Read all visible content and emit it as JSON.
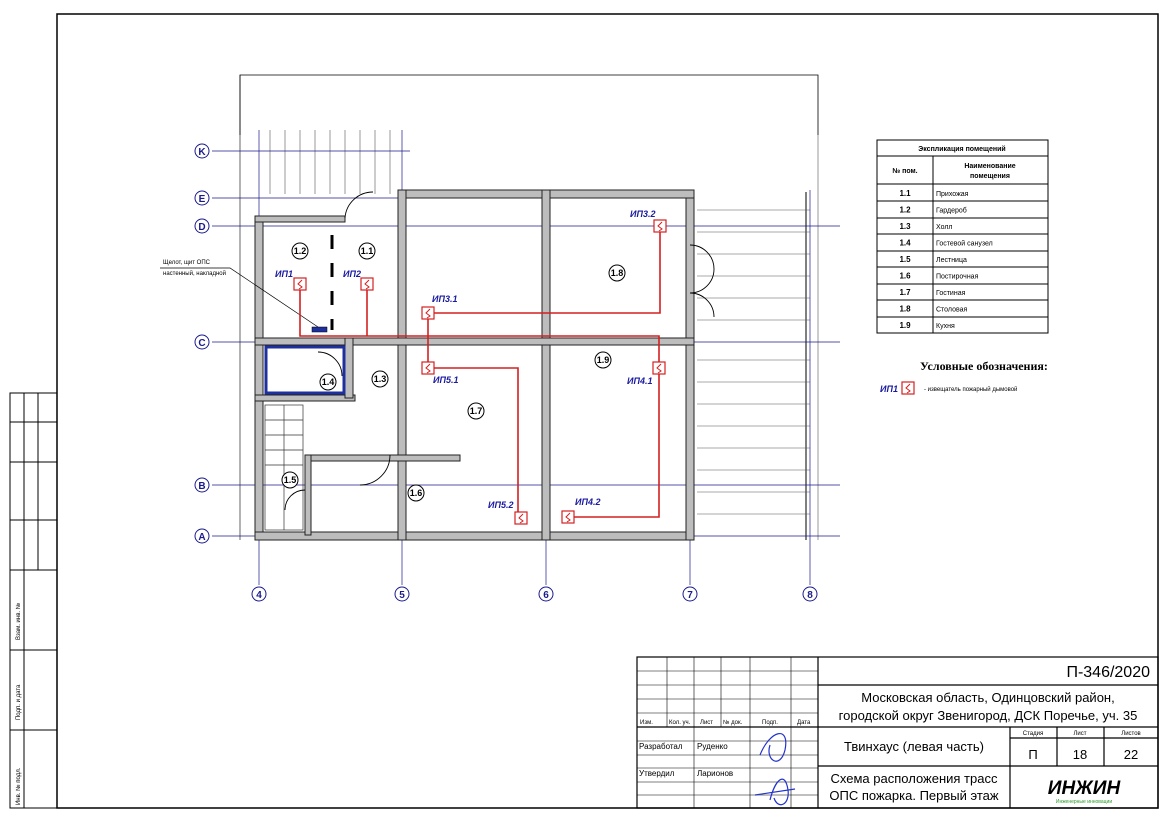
{
  "axes": {
    "rows": [
      "K",
      "E",
      "D",
      "C",
      "B",
      "A"
    ],
    "cols": [
      "4",
      "5",
      "6",
      "7",
      "8"
    ]
  },
  "rooms": [
    "1.1",
    "1.2",
    "1.3",
    "1.4",
    "1.5",
    "1.6",
    "1.7",
    "1.8",
    "1.9"
  ],
  "detectors": [
    "ИП1",
    "ИП2",
    "ИП3.1",
    "ИП3.2",
    "ИП5.1",
    "ИП5.2",
    "ИП4.1",
    "ИП4.2"
  ],
  "panel_note": {
    "line1": "Щелот, щит ОПС",
    "line2": "настенный, накладной"
  },
  "explication": {
    "title": "Экспликация помещений",
    "col_num": "№ пом.",
    "col_name_1": "Наименование",
    "col_name_2": "помещения",
    "rows": [
      {
        "num": "1.1",
        "name": "Прихожая"
      },
      {
        "num": "1.2",
        "name": "Гардероб"
      },
      {
        "num": "1.3",
        "name": "Холл"
      },
      {
        "num": "1.4",
        "name": "Гостевой санузел"
      },
      {
        "num": "1.5",
        "name": "Лестница"
      },
      {
        "num": "1.6",
        "name": "Постирочная"
      },
      {
        "num": "1.7",
        "name": "Гостиная"
      },
      {
        "num": "1.8",
        "name": "Столовая"
      },
      {
        "num": "1.9",
        "name": "Кухня"
      }
    ]
  },
  "legend": {
    "title": "Условные обозначения:",
    "symbol_label": "ИП1",
    "description": "- извещатель пожарный дымовой"
  },
  "stamp_left": {
    "inv_orig": "Инв. № подл.",
    "sign_date": "Подп. и дата",
    "replace_inv": "Взам. инв. №"
  },
  "title_block": {
    "doc_code": "П-346/2020",
    "address_1": "Московская область, Одинцовский район,",
    "address_2": "городской округ Звенигород, ДСК Поречье, уч. 35",
    "headers": {
      "izm": "Изм.",
      "kol": "Кол. уч.",
      "list": "Лист",
      "ndoc": "№ док.",
      "podp": "Подп.",
      "date": "Дата"
    },
    "developed_label": "Разработал",
    "developed_name": "Руденко",
    "approved_label": "Утвердил",
    "approved_name": "Ларионов",
    "object": "Твинхаус (левая часть)",
    "stage_label": "Стадия",
    "stage": "П",
    "sheet_label": "Лист",
    "sheet": "18",
    "sheets_label": "Листов",
    "sheets": "22",
    "drawing_1": "Схема расположения трасс",
    "drawing_2": "ОПС пожарка. Первый этаж",
    "logo": "ИНЖИН",
    "logo_sub": "Инженерные инновации"
  },
  "colors": {
    "detector": "#d42020",
    "axis": "#1a1a8c",
    "label": "#1a1aa0",
    "insulation": "#1e2f9e"
  }
}
